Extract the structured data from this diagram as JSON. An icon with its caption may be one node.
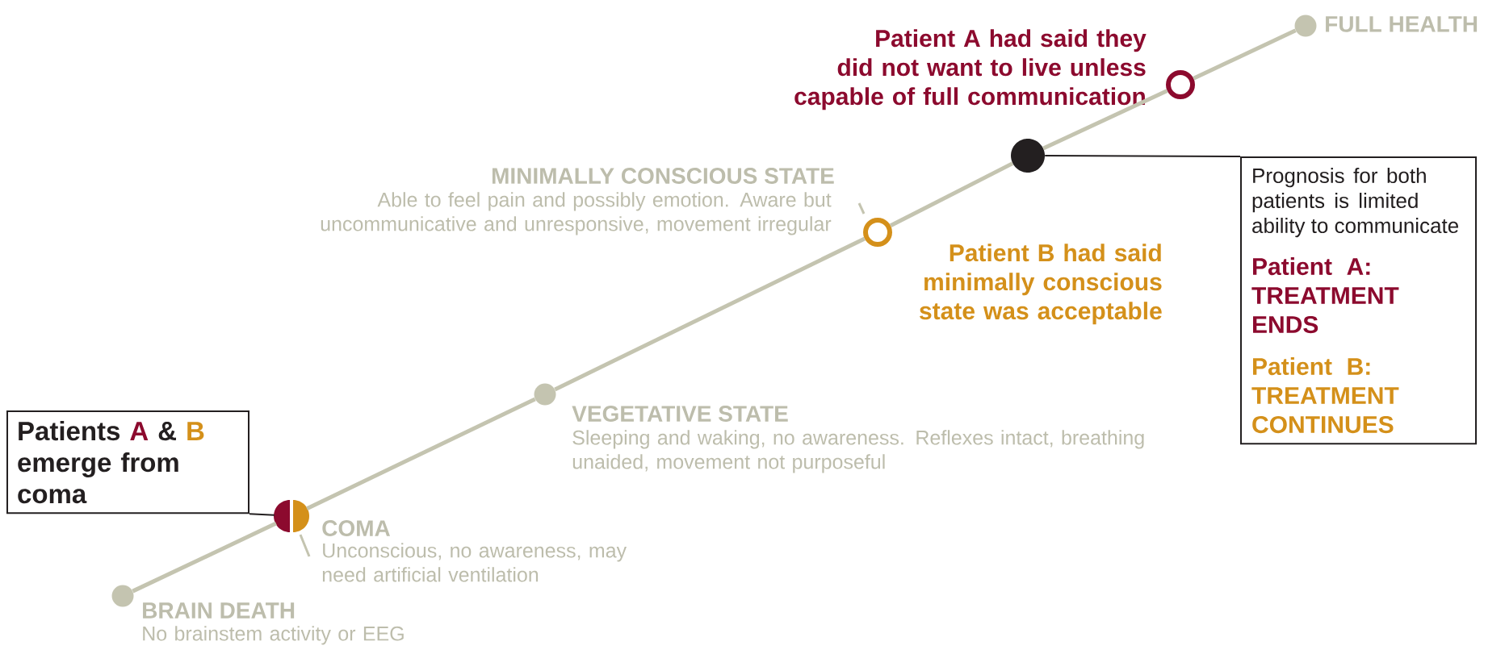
{
  "diagram": {
    "nodes": [
      {
        "text": [],
        "shape": "circle",
        "beside": [
          "FULL HEALTH"
        ]
      },
      {
        "text": [],
        "shape": "ring",
        "beside": [
          "Patient A had said they did not want to live unless capable of full communication"
        ]
      },
      {
        "text": [],
        "shape": "circle"
      },
      {
        "text": [
          "Prognosis for both patients is limited ability to communicate",
          "Patient A: TREATMENT ENDS",
          "Patient B: TREATMENT CONTINUES"
        ]
      },
      {
        "text": [],
        "shape": "ring",
        "beside": [
          "MINIMALLY CONSCIOUS STATE",
          "Able to feel pain and possibly emotion. Aware but uncommunicative and unresponsive, movement irregular",
          "Patient B had said minimally conscious state was acceptable"
        ]
      },
      {
        "text": [],
        "shape": "circle",
        "beside": [
          "VEGETATIVE STATE",
          "Sleeping and waking, no awareness. Reflexes intact, breathing unaided, movement not purposeful"
        ]
      },
      {
        "text": [
          "Patients",
          "A",
          "&",
          "B",
          "emerge from coma"
        ]
      },
      {
        "text": [],
        "shape": "circle",
        "beside": [
          "COMA",
          "Unconscious, no awareness, may need artificial ventilation"
        ]
      },
      {
        "text": [],
        "shape": "circle",
        "beside": [
          "BRAIN DEATH",
          "No brainstem activity or EEG"
        ]
      }
    ],
    "edges": [
      {
        "from": 8,
        "to": 7,
        "arrow": "none"
      },
      {
        "from": 7,
        "to": 5,
        "arrow": "none"
      },
      {
        "from": 5,
        "to": 4,
        "arrow": "none"
      },
      {
        "from": 4,
        "to": 2,
        "arrow": "none"
      },
      {
        "from": 2,
        "to": 1,
        "arrow": "none"
      },
      {
        "from": 1,
        "to": 0,
        "arrow": "none"
      },
      {
        "from": 6,
        "to": 7,
        "arrow": "none",
        "color": "#231f20"
      },
      {
        "from": 2,
        "to": 3,
        "arrow": "none",
        "color": "#231f20"
      },
      {
        "from": 7,
        "to": null,
        "arrow": "none"
      },
      {
        "from": 4,
        "to": null,
        "arrow": "none"
      }
    ]
  }
}
